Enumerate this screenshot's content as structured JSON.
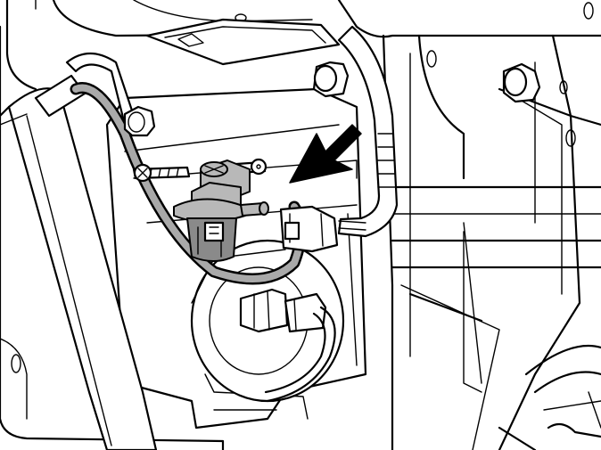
{
  "figure": {
    "colors": {
      "line": "#000000",
      "background": "#ffffff",
      "hose": "#a9a9a9",
      "component": "#b8b8b8",
      "arrow": "#000000"
    },
    "parts": [
      "engine-bracket",
      "coolant-tube",
      "vacuum-hose",
      "purge-solenoid-valve",
      "mounting-screws",
      "electrical-connector",
      "wiring-harness",
      "mounting-bolts",
      "location-arrow"
    ]
  }
}
